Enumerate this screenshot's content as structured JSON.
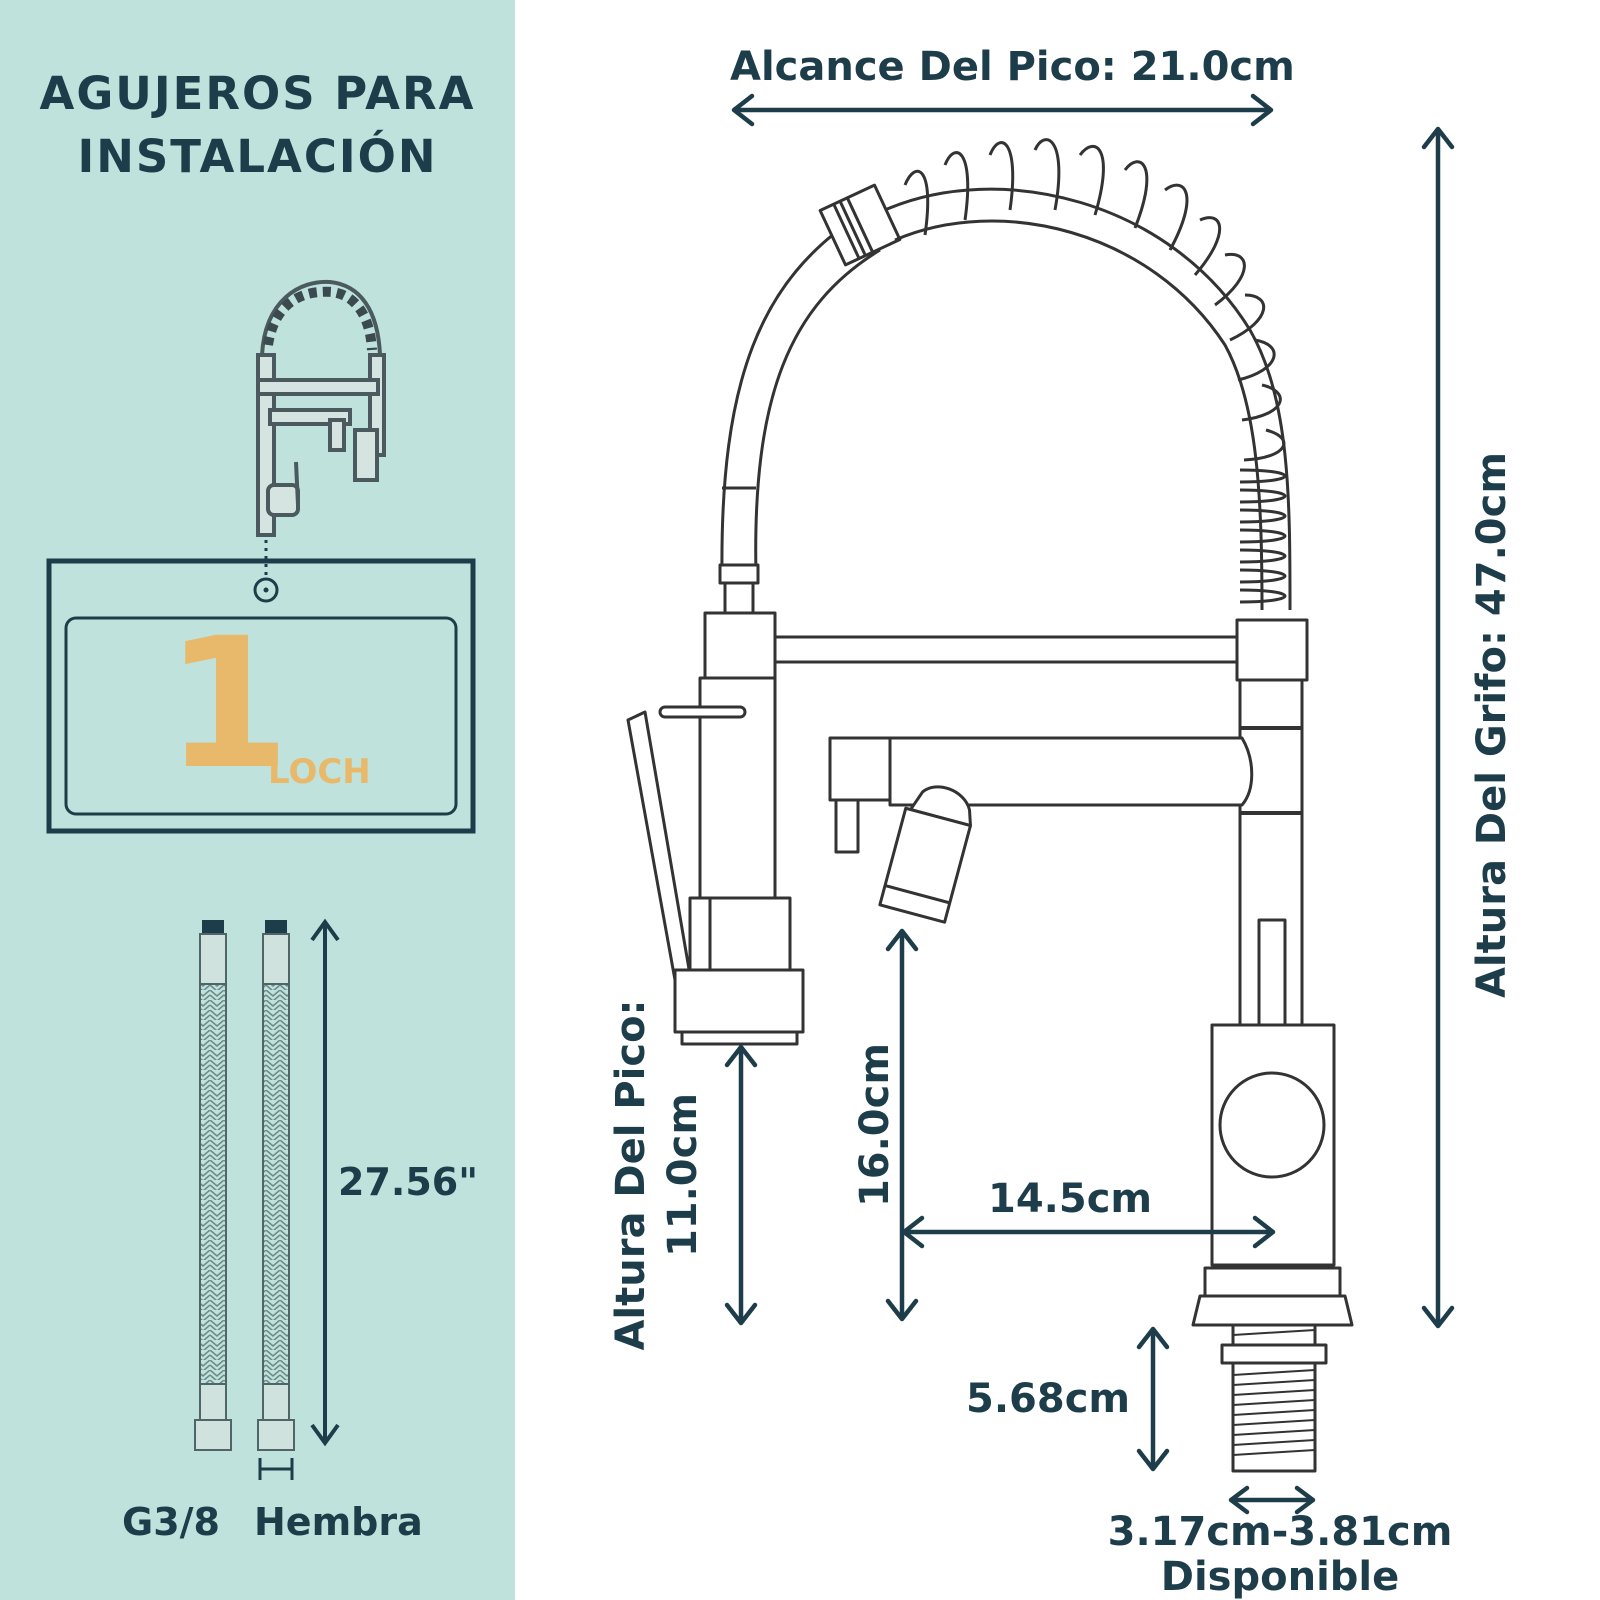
{
  "panel": {
    "heading_line1": "AGUJEROS PARA",
    "heading_line2": "INSTALACIÓN",
    "hole_number": "1",
    "hole_unit": "LOCH",
    "hose_length": "27.56\"",
    "hose_thread": "G3/8",
    "hose_type": "Hembra"
  },
  "dimensions": {
    "spout_reach": "Alcance Del Pico: 21.0cm",
    "faucet_height": "Altura Del Grifo: 47.0cm",
    "spout_height_label": "Altura Del Pico:",
    "spout_height_value": "11.0cm",
    "sprayer_height": "16.0cm",
    "sprayer_distance": "14.5cm",
    "shank_length": "5.68cm",
    "hole_diameter": "3.17cm-3.81cm",
    "hole_diameter_note": "Disponible"
  },
  "colors": {
    "panel_bg": "#bfe3dc",
    "ink": "#1e3d4a",
    "accent": "#e8b86b",
    "line_art": "#333333"
  }
}
